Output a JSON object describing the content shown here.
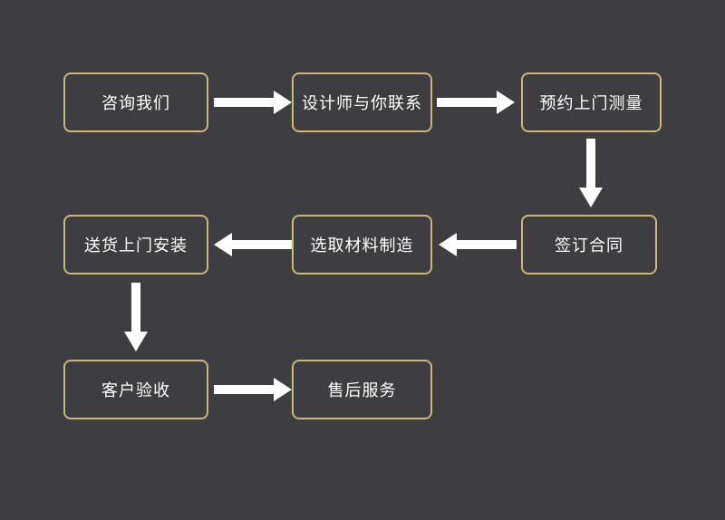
{
  "diagram": {
    "colors": {
      "background": "#3e3d41",
      "box_border": "#c9b878",
      "text": "#ffffff",
      "arrow": "#ffffff"
    },
    "nodes": [
      {
        "id": "consult",
        "label": "咨询我们"
      },
      {
        "id": "designer-contact",
        "label": "设计师与你联系"
      },
      {
        "id": "measure-appointment",
        "label": "预约上门测量"
      },
      {
        "id": "sign-contract",
        "label": "签订合同"
      },
      {
        "id": "material-manufacture",
        "label": "选取材料制造"
      },
      {
        "id": "delivery-install",
        "label": "送货上门安装"
      },
      {
        "id": "customer-acceptance",
        "label": "客户验收"
      },
      {
        "id": "after-sales",
        "label": "售后服务"
      }
    ],
    "edges": [
      {
        "from": "consult",
        "to": "designer-contact",
        "direction": "right"
      },
      {
        "from": "designer-contact",
        "to": "measure-appointment",
        "direction": "right"
      },
      {
        "from": "measure-appointment",
        "to": "sign-contract",
        "direction": "down"
      },
      {
        "from": "sign-contract",
        "to": "material-manufacture",
        "direction": "left"
      },
      {
        "from": "material-manufacture",
        "to": "delivery-install",
        "direction": "left"
      },
      {
        "from": "delivery-install",
        "to": "customer-acceptance",
        "direction": "down"
      },
      {
        "from": "customer-acceptance",
        "to": "after-sales",
        "direction": "right"
      }
    ]
  }
}
